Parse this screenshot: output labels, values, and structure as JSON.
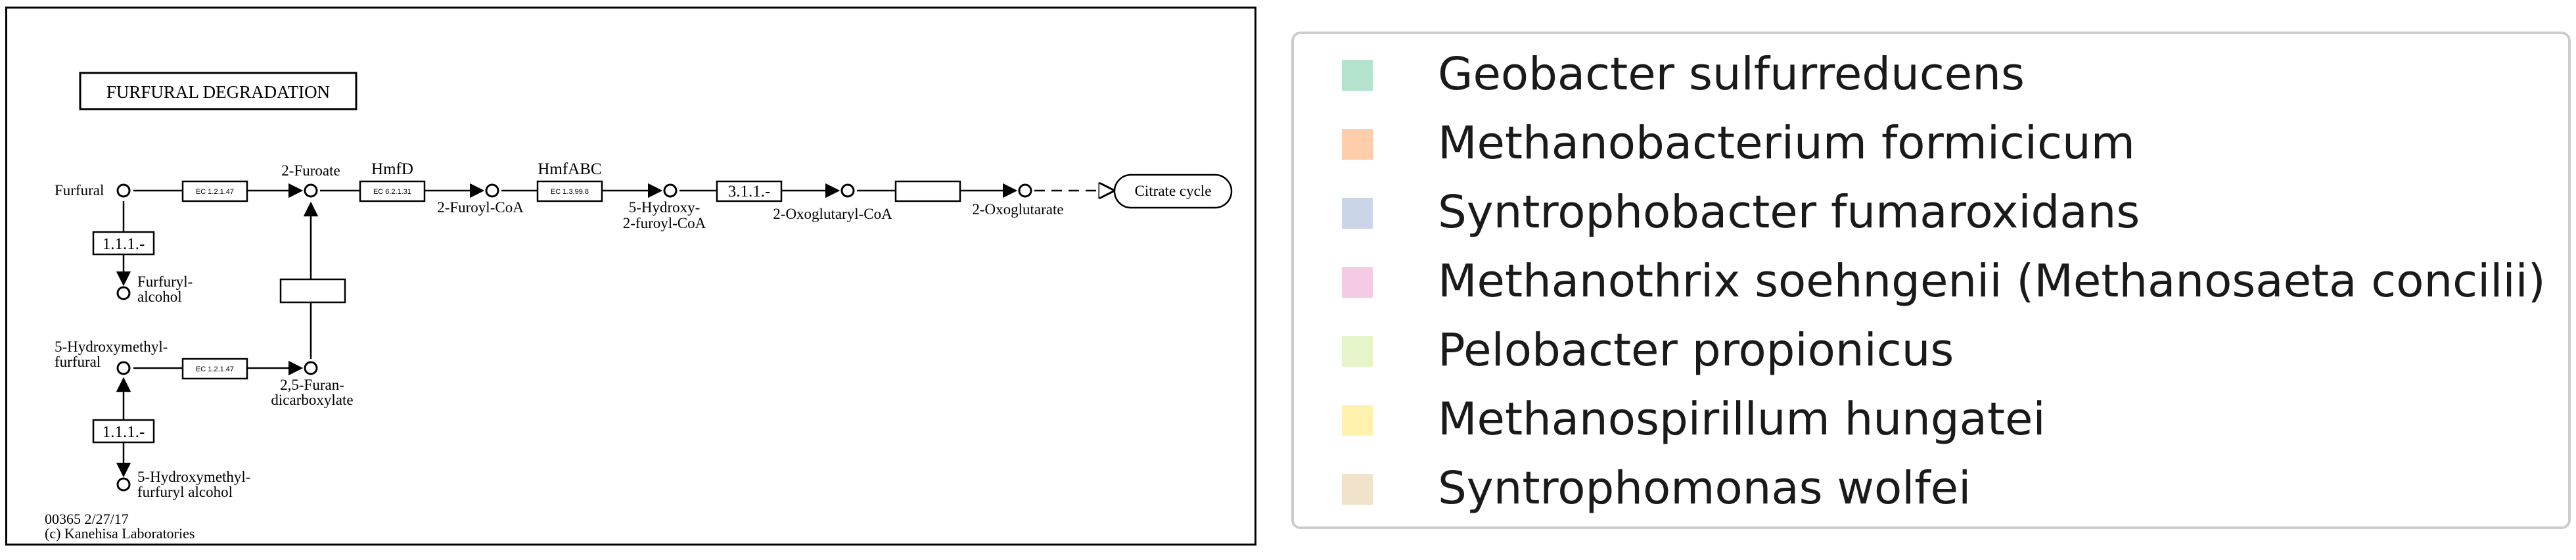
{
  "map": {
    "title": "FURFURAL DEGRADATION",
    "footer_id": "00365 2/27/17",
    "footer_copyright": "(c) Kanehisa Laboratories",
    "compounds": {
      "furfural": "Furfural",
      "furoate": "2-Furoate",
      "furoyl_coa": "2-Furoyl-CoA",
      "hydroxy_furoyl_coa_1": "5-Hydroxy-",
      "hydroxy_furoyl_coa_2": "2-furoyl-CoA",
      "oxoglutaryl_coa": "2-Oxoglutaryl-CoA",
      "oxoglutarate": "2-Oxoglutarate",
      "furfuryl_alcohol_1": "Furfuryl-",
      "furfuryl_alcohol_2": "alcohol",
      "hmf_1": "5-Hydroxymethyl-",
      "hmf_2": "furfural",
      "fdca_1": "2,5-Furan-",
      "fdca_2": "dicarboxylate",
      "hmf_alcohol_1": "5-Hydroxymethyl-",
      "hmf_alcohol_2": "furfuryl alcohol"
    },
    "enzymes": {
      "ec_1_2_1_top": "EC 1.2.1.47",
      "ec_6_2_1": "EC 6.2.1.31",
      "ec_1_3_99": "EC 1.3.99.8",
      "ec_3_1_1": "3.1.1.-",
      "ec_1_1_1_top": "1.1.1.-",
      "ec_1_2_1_bottom": "EC 1.2.1.47",
      "ec_1_1_1_bottom": "1.1.1.-",
      "gene_hmfd": "HmfD",
      "gene_hmfabc": "HmfABC"
    },
    "pathway_link": "Citrate cycle"
  },
  "legend": {
    "items": [
      {
        "label": "Geobacter sulfurreducens",
        "color": "#b3e2cd"
      },
      {
        "label": "Methanobacterium formicicum",
        "color": "#fdcdac"
      },
      {
        "label": "Syntrophobacter fumaroxidans",
        "color": "#cbd5e8"
      },
      {
        "label": "Methanothrix soehngenii (Methanosaeta concilii)",
        "color": "#f4cae4"
      },
      {
        "label": "Pelobacter propionicus",
        "color": "#e6f5c9"
      },
      {
        "label": "Methanospirillum hungatei",
        "color": "#fff2ae"
      },
      {
        "label": "Syntrophomonas wolfei",
        "color": "#f1e2cc"
      }
    ]
  }
}
